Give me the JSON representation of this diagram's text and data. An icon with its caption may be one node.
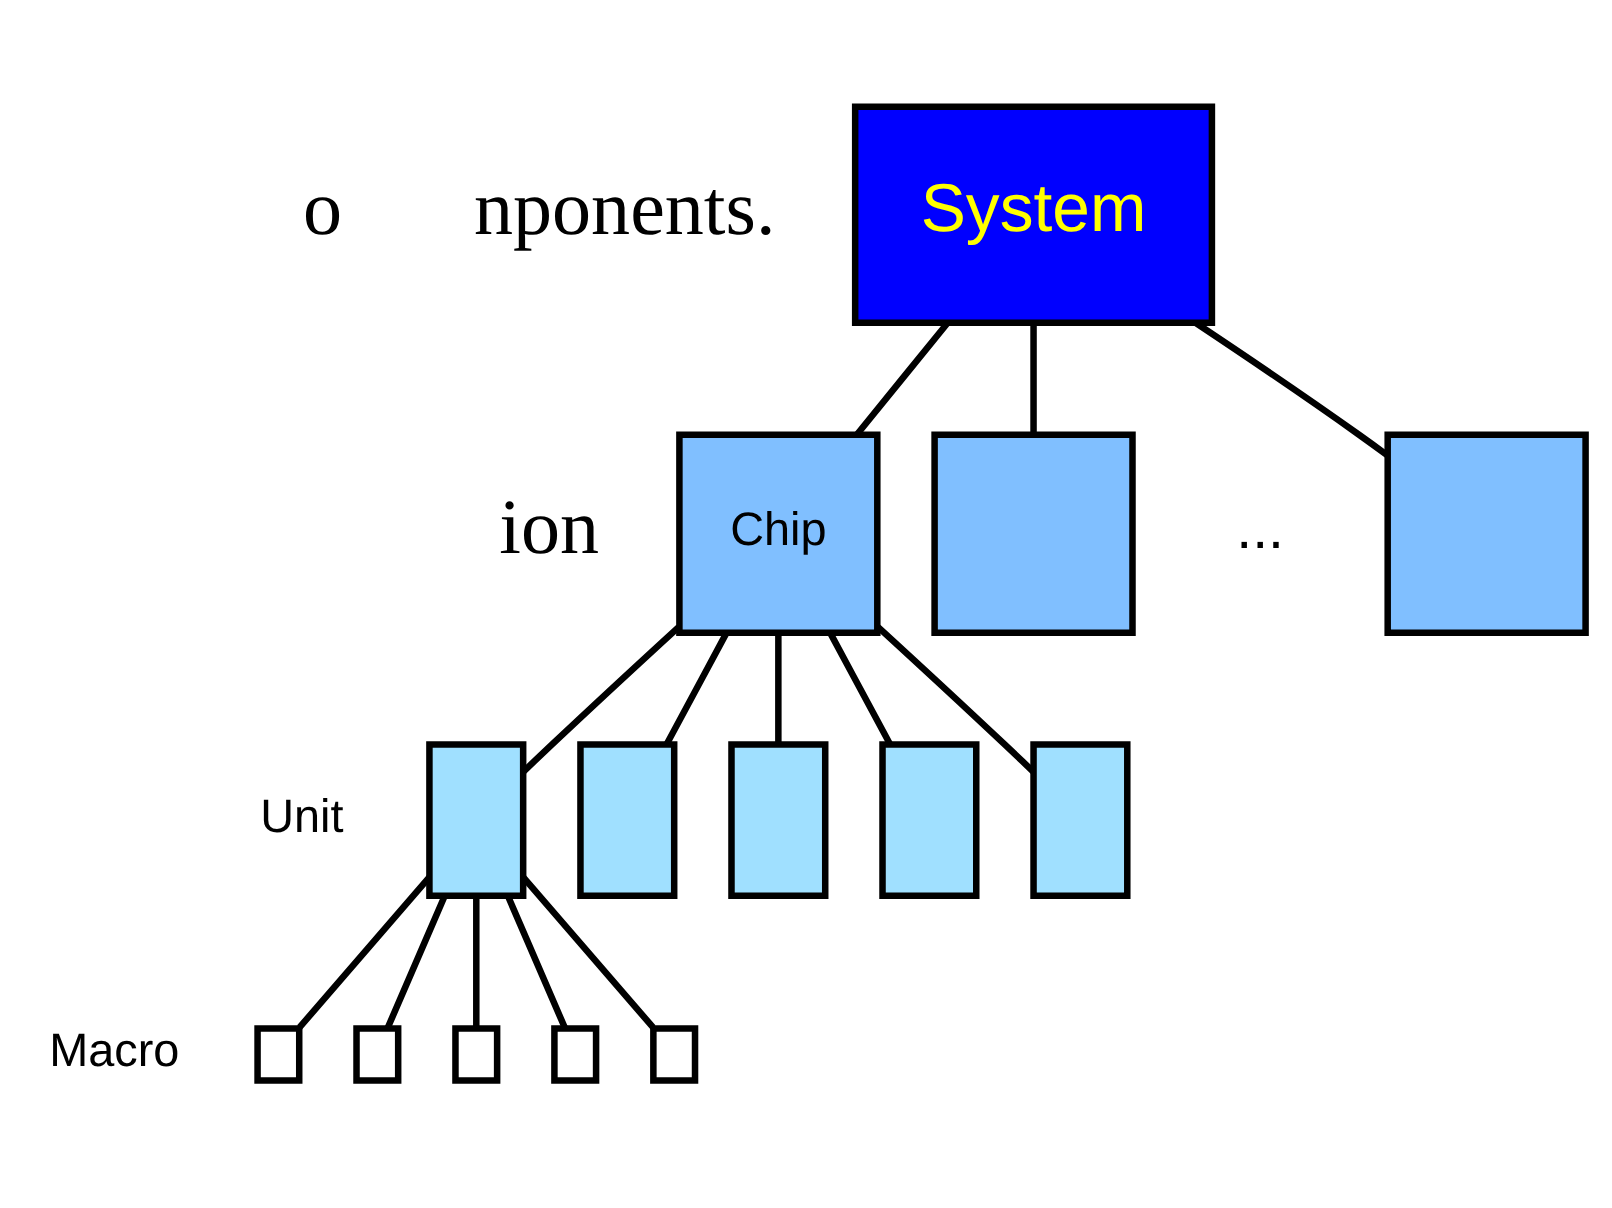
{
  "diagram": {
    "nodes": [
      {
        "text": [
          "System"
        ]
      },
      {
        "text": [
          "Chip"
        ]
      },
      {
        "text": [],
        "shape": "box"
      },
      {
        "text": [],
        "shape": "box"
      },
      {
        "text": [],
        "shape": "box"
      },
      {
        "text": [],
        "shape": "box"
      },
      {
        "text": [],
        "shape": "box"
      },
      {
        "text": [],
        "shape": "box"
      },
      {
        "text": [],
        "shape": "box"
      },
      {
        "text": [],
        "shape": "box"
      },
      {
        "text": [],
        "shape": "box"
      },
      {
        "text": [],
        "shape": "box"
      },
      {
        "text": [],
        "shape": "box"
      },
      {
        "text": [],
        "shape": "box"
      }
    ],
    "edges": [
      {
        "from": 0,
        "to": 1,
        "arrow": "none"
      },
      {
        "from": 0,
        "to": 2,
        "arrow": "none"
      },
      {
        "from": 0,
        "to": 3,
        "arrow": "none"
      },
      {
        "from": 1,
        "to": 4,
        "arrow": "none"
      },
      {
        "from": 1,
        "to": 5,
        "arrow": "none"
      },
      {
        "from": 1,
        "to": 6,
        "arrow": "none"
      },
      {
        "from": 1,
        "to": 7,
        "arrow": "none"
      },
      {
        "from": 1,
        "to": 8,
        "arrow": "none"
      },
      {
        "from": 4,
        "to": 9,
        "arrow": "none"
      },
      {
        "from": 4,
        "to": 10,
        "arrow": "none"
      },
      {
        "from": 4,
        "to": 11,
        "arrow": "none"
      },
      {
        "from": 4,
        "to": 12,
        "arrow": "none"
      },
      {
        "from": 4,
        "to": 13,
        "arrow": "none"
      }
    ],
    "labels": [
      "o",
      "nponents.",
      "...",
      "ion",
      "Unit",
      "Macro"
    ]
  }
}
